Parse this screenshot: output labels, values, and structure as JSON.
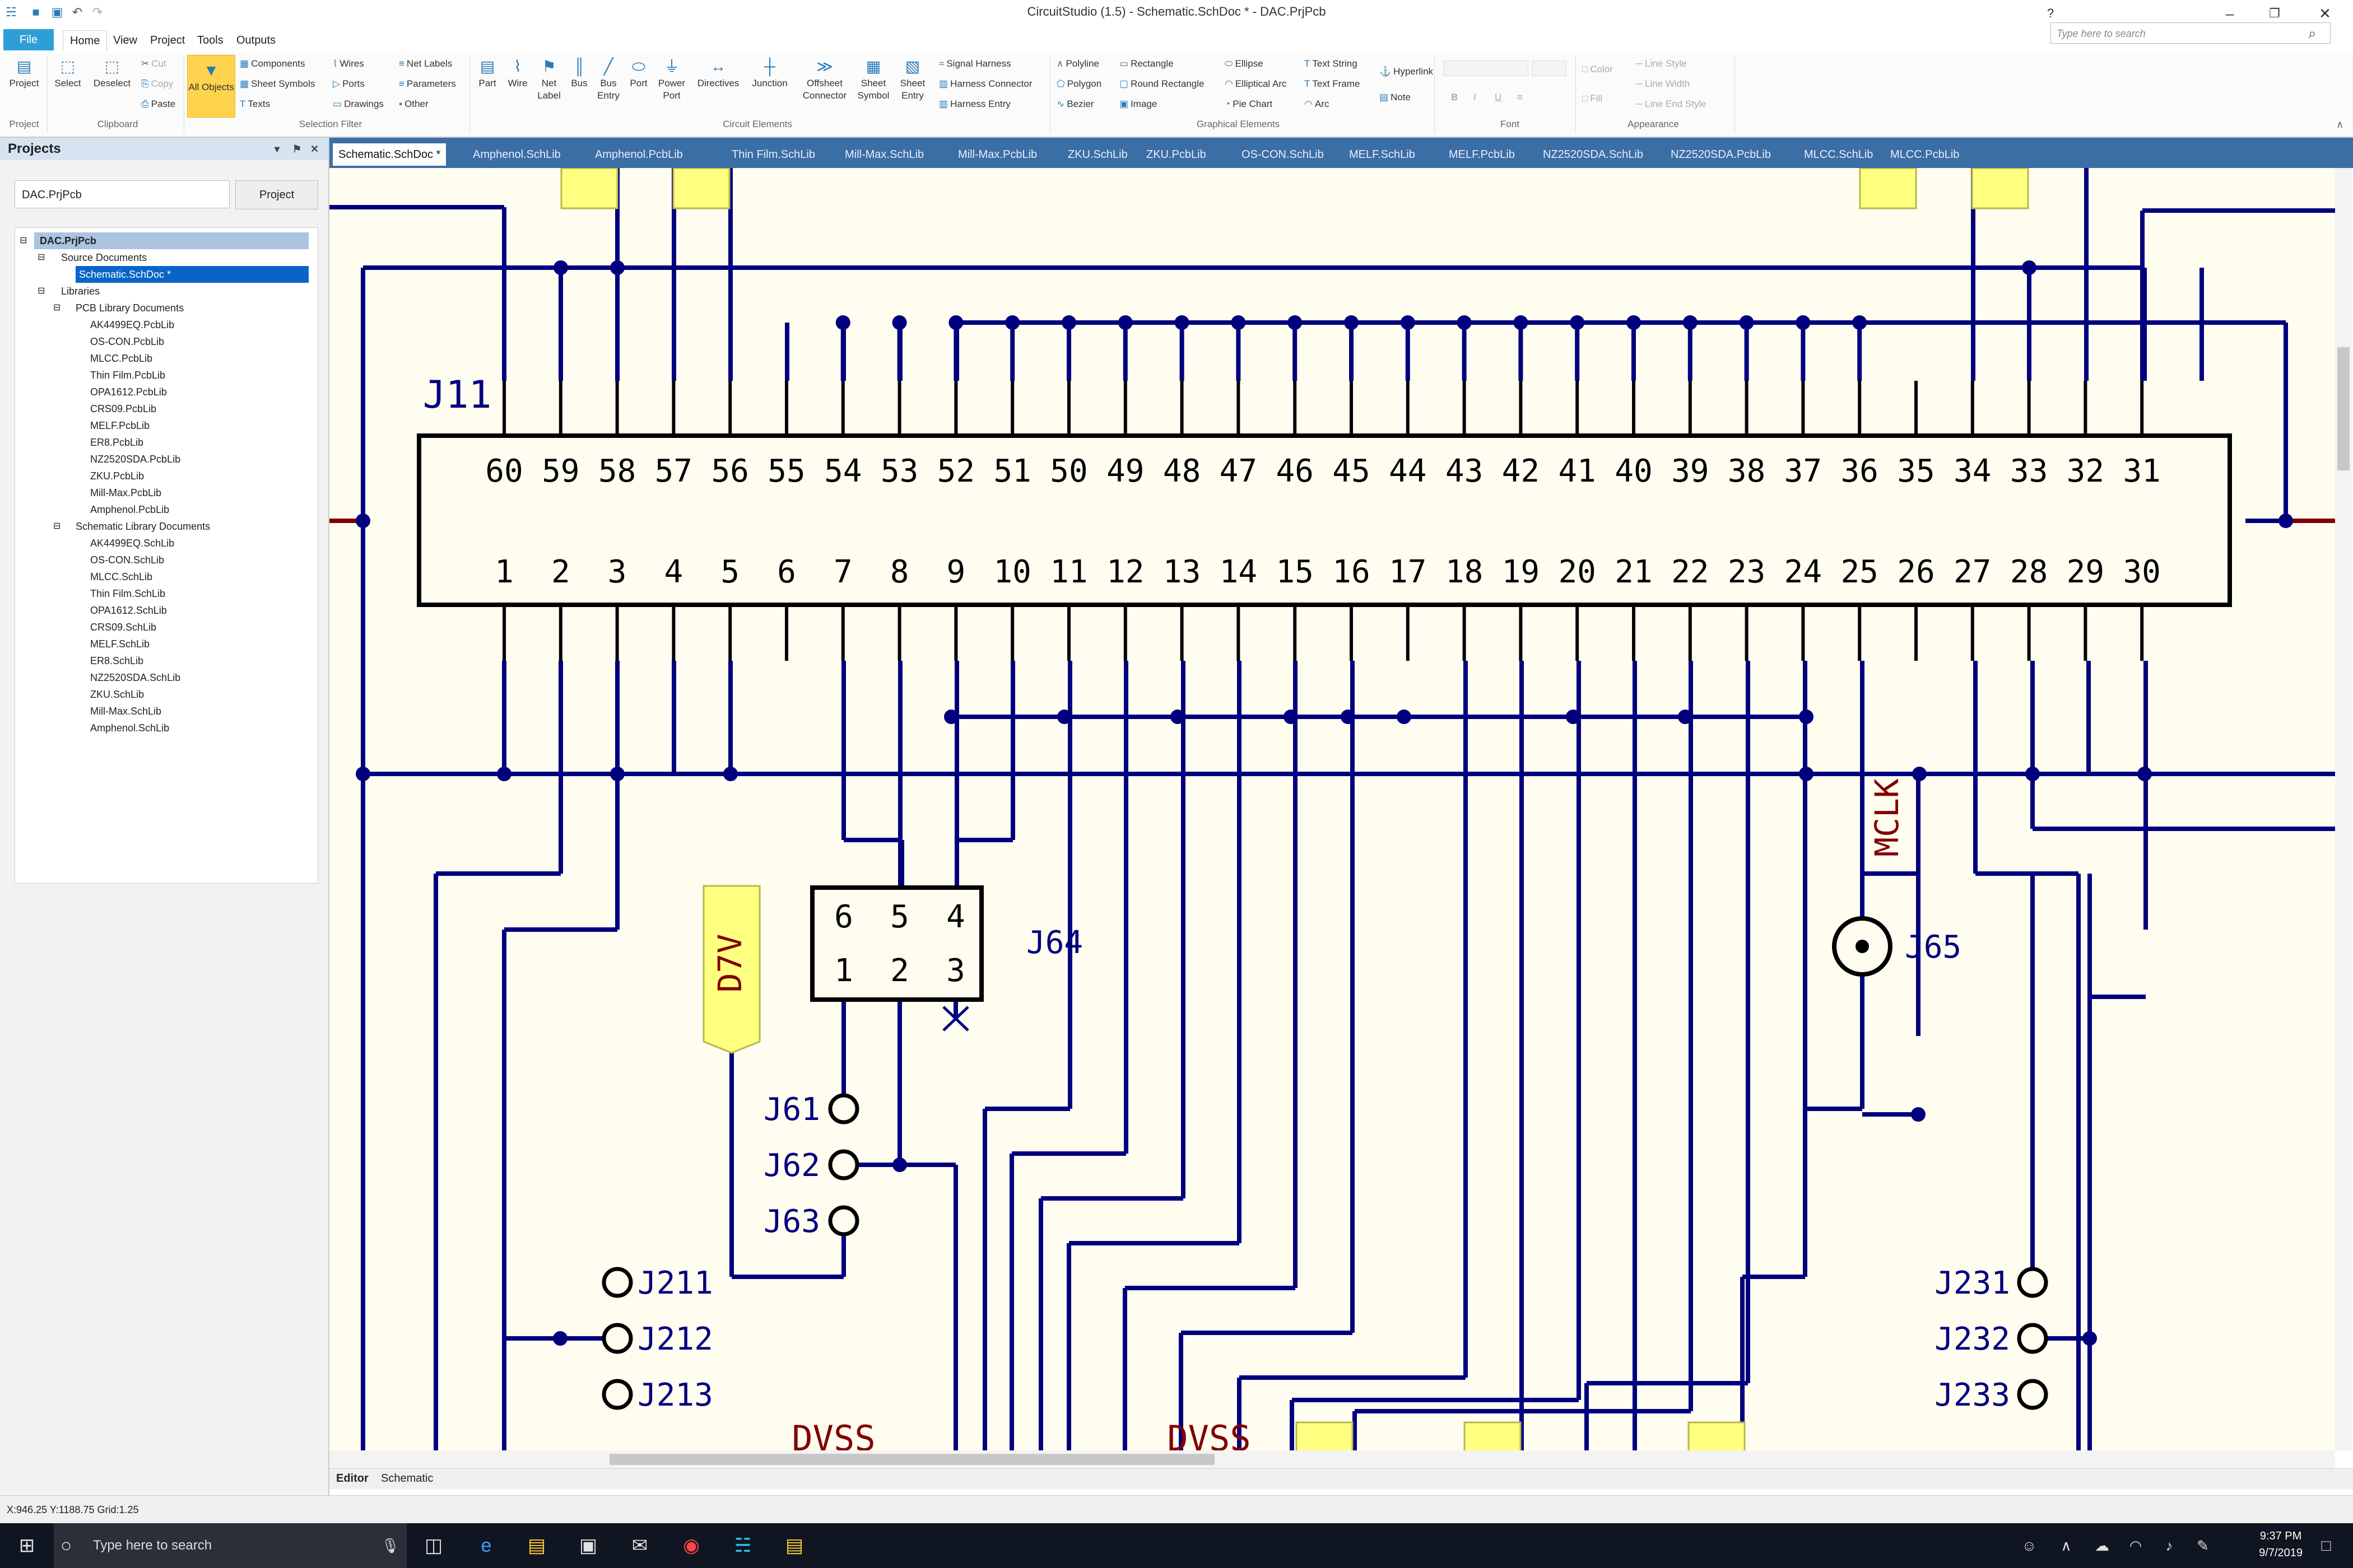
{
  "titlebar": {
    "title": "CircuitStudio (1.5) - Schematic.SchDoc * - DAC.PrjPcb",
    "search_placeholder": "Type here to search"
  },
  "menu": {
    "file": "File",
    "tabs": [
      "Home",
      "View",
      "Project",
      "Tools",
      "Outputs"
    ]
  },
  "ribbon": {
    "project": {
      "label": "Project",
      "group": "Project"
    },
    "select": "Select",
    "deselect": "Deselect",
    "clipboard": {
      "cut": "Cut",
      "copy": "Copy",
      "paste": "Paste",
      "group": "Clipboard"
    },
    "all_objects": "All Objects",
    "selection_filter": {
      "items": [
        "Components",
        "Sheet Symbols",
        "Texts",
        "Wires",
        "Ports",
        "Drawings",
        "Net Labels",
        "Parameters",
        "Other"
      ],
      "group": "Selection Filter"
    },
    "circuit": {
      "items": [
        "Part",
        "Wire",
        "Net Label",
        "Bus",
        "Bus Entry",
        "Port",
        "Power Port",
        "Directives",
        "Junction",
        "Offsheet Connector",
        "Sheet Symbol",
        "Sheet Entry"
      ],
      "harness": [
        "Signal Harness",
        "Harness Connector",
        "Harness Entry"
      ],
      "group": "Circuit Elements"
    },
    "graphical": {
      "items": [
        "Polyline",
        "Polygon",
        "Bezier",
        "Rectangle",
        "Round Rectangle",
        "Image",
        "Ellipse",
        "Elliptical Arc",
        "Pie Chart",
        "Text String",
        "Text Frame",
        "Arc",
        "Hyperlink",
        "Note"
      ],
      "group": "Graphical Elements"
    },
    "font": {
      "group": "Font"
    },
    "appearance": {
      "items": [
        "Color",
        "Fill",
        "Line Style",
        "Line Width",
        "Line End Style"
      ],
      "group": "Appearance"
    }
  },
  "projects_panel": {
    "title": "Projects",
    "project_name": "DAC.PrjPcb",
    "project_button": "Project",
    "tree": {
      "root": "DAC.PrjPcb",
      "source_documents": "Source Documents",
      "active_document": "Schematic.SchDoc *",
      "libraries": "Libraries",
      "pcb_library_documents": "PCB Library Documents",
      "pcb_libs": [
        "AK4499EQ.PcbLib",
        "OS-CON.PcbLib",
        "MLCC.PcbLib",
        "Thin Film.PcbLib",
        "OPA1612.PcbLib",
        "CRS09.PcbLib",
        "MELF.PcbLib",
        "ER8.PcbLib",
        "NZ2520SDA.PcbLib",
        "ZKU.PcbLib",
        "Mill-Max.PcbLib",
        "Amphenol.PcbLib"
      ],
      "schematic_library_documents": "Schematic Library Documents",
      "sch_libs": [
        "AK4499EQ.SchLib",
        "OS-CON.SchLib",
        "MLCC.SchLib",
        "Thin Film.SchLib",
        "OPA1612.SchLib",
        "CRS09.SchLib",
        "MELF.SchLib",
        "ER8.SchLib",
        "NZ2520SDA.SchLib",
        "ZKU.SchLib",
        "Mill-Max.SchLib",
        "Amphenol.SchLib"
      ]
    }
  },
  "document_tabs": [
    "Schematic.SchDoc *",
    "Amphenol.SchLib",
    "Amphenol.PcbLib",
    "Thin Film.SchLib",
    "Mill-Max.SchLib",
    "Mill-Max.PcbLib",
    "ZKU.SchLib",
    "ZKU.PcbLib",
    "OS-CON.SchLib",
    "MELF.SchLib",
    "MELF.PcbLib",
    "NZ2520SDA.SchLib",
    "NZ2520SDA.PcbLib",
    "MLCC.SchLib",
    "MLCC.PcbLib"
  ],
  "schematic": {
    "connector_designator": "J11",
    "top_pins": [
      "60",
      "59",
      "58",
      "57",
      "56",
      "55",
      "54",
      "53",
      "52",
      "51",
      "50",
      "49",
      "48",
      "47",
      "46",
      "45",
      "44",
      "43",
      "42",
      "41",
      "40",
      "39",
      "38",
      "37",
      "36",
      "35",
      "34",
      "33",
      "32",
      "31"
    ],
    "bottom_pins": [
      "1",
      "2",
      "3",
      "4",
      "5",
      "6",
      "7",
      "8",
      "9",
      "10",
      "11",
      "12",
      "13",
      "14",
      "15",
      "16",
      "17",
      "18",
      "19",
      "20",
      "21",
      "22",
      "23",
      "24",
      "25",
      "26",
      "27",
      "28",
      "29",
      "30"
    ],
    "j64": {
      "designator": "J64",
      "top_pins": [
        "6",
        "5",
        "4"
      ],
      "bottom_pins": [
        "1",
        "2",
        "3"
      ]
    },
    "d7v_label": "D7V",
    "mclk_label": "MCLK",
    "j65": "J65",
    "testpoints_left": [
      "J61",
      "J62",
      "J63"
    ],
    "testpoints_j21": [
      "J211",
      "J212",
      "J213"
    ],
    "testpoints_j23": [
      "J231",
      "J232",
      "J233"
    ],
    "bottom_labels": [
      "DVSS",
      "DVSS"
    ]
  },
  "editor_tabs": [
    "Editor",
    "Schematic"
  ],
  "status": "X:946.25 Y:1188.75   Grid:1.25",
  "taskbar": {
    "search_placeholder": "Type here to search",
    "time": "9:37 PM",
    "date": "9/7/2019"
  },
  "colors": {
    "wire": "#00007f",
    "sheet_bg": "#fffcf0",
    "port_fill": "#ffff80",
    "label_red": "#800000",
    "tab_bar": "#3b6ea5",
    "file_tab": "#2e9fd6",
    "selected": "#0a64c8"
  }
}
